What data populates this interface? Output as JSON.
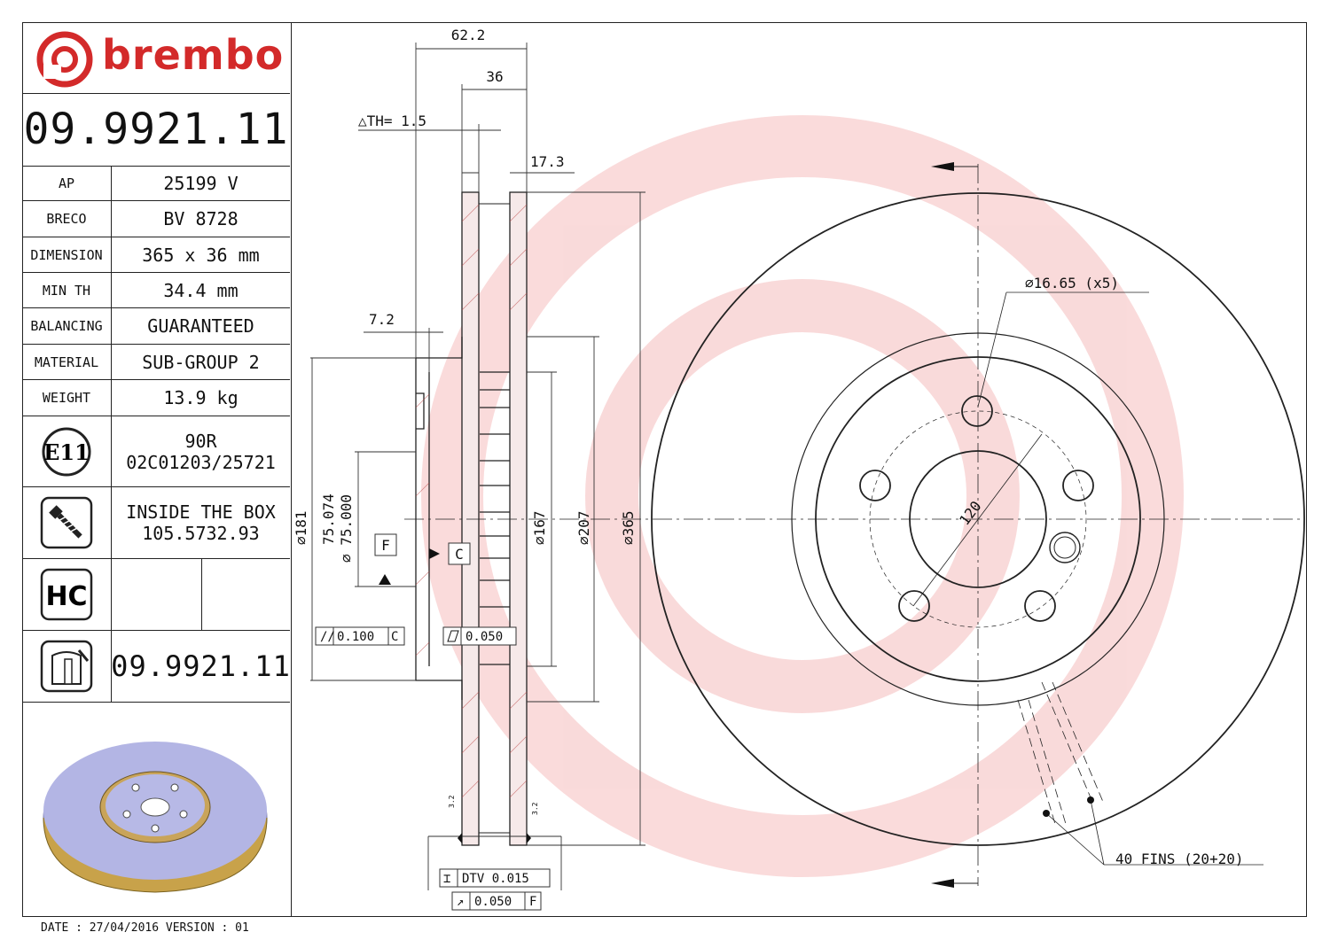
{
  "brand": {
    "name": "brembo",
    "color": "#d32a2a"
  },
  "part_number": "09.9921.11",
  "specs": [
    {
      "label": "AP",
      "value": "25199 V"
    },
    {
      "label": "BRECO",
      "value": "BV 8728"
    },
    {
      "label": "DIMENSION",
      "value": "365 x 36 mm"
    },
    {
      "label": "MIN TH",
      "value": "34.4 mm"
    },
    {
      "label": "BALANCING",
      "value": "GUARANTEED"
    },
    {
      "label": "MATERIAL",
      "value": "SUB-GROUP 2"
    },
    {
      "label": "WEIGHT",
      "value": "13.9 kg"
    }
  ],
  "approval": {
    "mark": "E11",
    "line1": "90R",
    "line2": "02C01203/25721"
  },
  "inside_box": {
    "line1": "INSIDE THE BOX",
    "line2": "105.5732.93"
  },
  "hc_mark": "HC",
  "footer_part_number": "09.9921.11",
  "date_line": "DATE : 27/04/2016 VERSION : 01",
  "dimensions": {
    "overall_width": "62.2",
    "thickness": "36",
    "th_delta": "△TH= 1.5",
    "disc_face": "17.3",
    "hat_offset": "7.2",
    "d181": "⌀181",
    "d75_074": "75.074",
    "d75_000": "⌀ 75.000",
    "d167": "⌀167",
    "d207": "⌀207",
    "d365": "⌀365",
    "bolt_holes": "⌀16.65 (x5)",
    "pcd": "120",
    "fins": "40 FINS (20+20)",
    "datum_f": "F",
    "datum_c": "C",
    "tol_parallel": "0.100",
    "tol_parallel_ref": "C",
    "tol_flat": "0.050",
    "tol_dtv": "DTV 0.015",
    "tol_runout": "0.050",
    "tol_runout_ref": "F",
    "roughness": "3.2"
  }
}
